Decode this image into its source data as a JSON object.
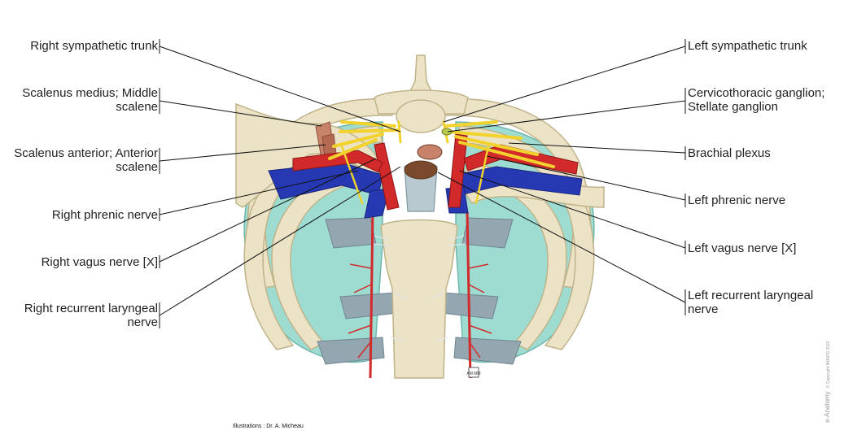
{
  "labels": {
    "right_sympathetic_trunk": {
      "line1": "Right sympathetic trunk"
    },
    "scalenus_medius": {
      "line1": "Scalenus medius; Middle",
      "line2": "scalene"
    },
    "scalenus_anterior": {
      "line1": "Scalenus anterior; Anterior",
      "line2": "scalene"
    },
    "right_phrenic_nerve": {
      "line1": "Right phrenic nerve"
    },
    "right_vagus_nerve": {
      "line1": "Right vagus nerve [X]"
    },
    "right_recurrent_laryngeal_nerve": {
      "line1": "Right recurrent laryngeal",
      "line2": "nerve"
    },
    "left_sympathetic_trunk": {
      "line1": "Left sympathetic trunk"
    },
    "stellate_ganglion": {
      "line1": "Cervicothoracic ganglion;",
      "line2": "Stellate ganglion"
    },
    "brachial_plexus": {
      "line1": "Brachial plexus"
    },
    "left_phrenic_nerve": {
      "line1": "Left phrenic nerve"
    },
    "left_vagus_nerve": {
      "line1": "Left vagus nerve [X]"
    },
    "left_recurrent_laryngeal_nerve": {
      "line1": "Left recurrent laryngeal",
      "line2": "nerve"
    }
  },
  "credit": "Illustrations : Dr. A. Micheau",
  "brand": {
    "name": "e-Anatomy",
    "copyright": "© Copyright IMAIOS 2022"
  },
  "signature": "AM MM",
  "colors": {
    "bone": "#ece3c6",
    "bone_outline": "#bfb389",
    "pleura": "#9edcd2",
    "artery": "#d22a2a",
    "vein": "#2639b3",
    "nerve": "#f2d22c",
    "cartilage": "#94a7b1",
    "muscle": "#c9826a",
    "leader_line": "#111111"
  }
}
